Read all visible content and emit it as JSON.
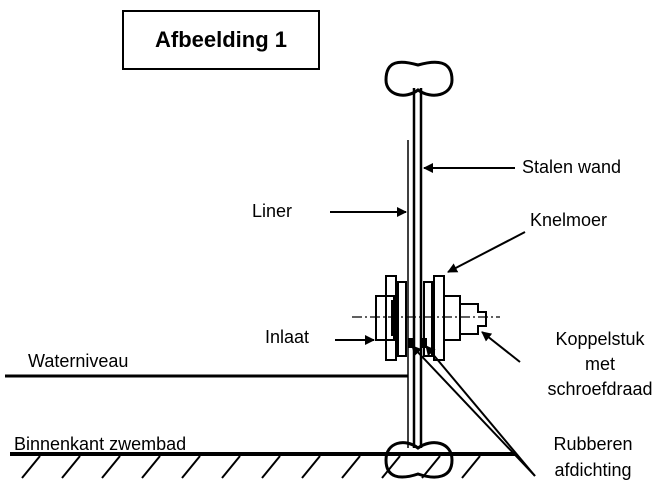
{
  "figure": {
    "title": "Afbeelding 1",
    "labels": {
      "stalen_wand": "Stalen wand",
      "liner": "Liner",
      "knelmoer": "Knelmoer",
      "inlaat": "Inlaat",
      "koppelstuk_1": "Koppelstuk",
      "koppelstuk_2": "met",
      "koppelstuk_3": "schroefdraad",
      "waterniveau": "Waterniveau",
      "binnenkant": "Binnenkant zwembad",
      "rubberen_1": "Rubberen",
      "rubberen_2": "afdichting"
    }
  }
}
